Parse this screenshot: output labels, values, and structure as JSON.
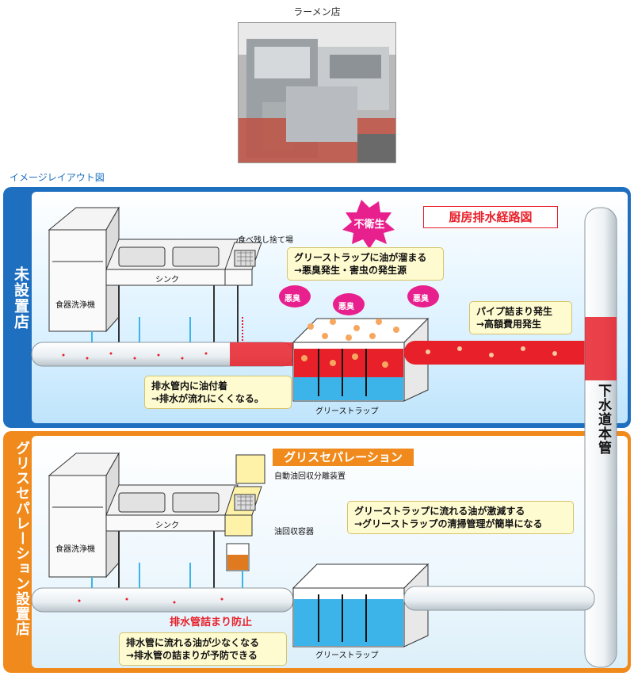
{
  "photo": {
    "caption": "ラーメン店"
  },
  "section_label": "イメージレイアウト図",
  "top_panel": {
    "side_tab": "未設置店",
    "title": "厨房排水経路図",
    "burst_label": "不衛生",
    "labels": {
      "dishwasher": "食器洗浄機",
      "sink": "シンク",
      "food_waste": "食べ残し捨て場",
      "grease_trap": "グリーストラップ",
      "odor": "悪臭"
    },
    "notes": {
      "grease_trap_note": "グリーストラップに油が溜まる\n→悪臭発生・害虫の発生源",
      "pipe_note": "パイプ詰まり発生\n→高額費用発生",
      "drain_note": "排水管内に油付着\n→排水が流れにくくなる。"
    }
  },
  "bottom_panel": {
    "side_tab": "グリスセパレーション設置店",
    "title": "グリスセパレーション",
    "labels": {
      "dishwasher": "食器洗浄機",
      "sink": "シンク",
      "auto_separator": "自動油回収分離装置",
      "oil_container": "油回収容器",
      "grease_trap": "グリーストラップ",
      "pipe_clog_prevention": "排水管詰まり防止"
    },
    "notes": {
      "grease_trap_note": "グリーストラップに流れる油が激減する\n→グリーストラップの清掃管理が簡単になる",
      "drain_note": "排水管に流れる油が少なくなる\n→排水管の詰まりが予防できる"
    }
  },
  "sewer_label": "下水道本管",
  "colors": {
    "blue_tab": "#1f6fc0",
    "orange_tab": "#f08a1c",
    "grease_red": "#e8202a",
    "water_blue": "#3cb4ea",
    "note_bg": "#fffbd0"
  }
}
